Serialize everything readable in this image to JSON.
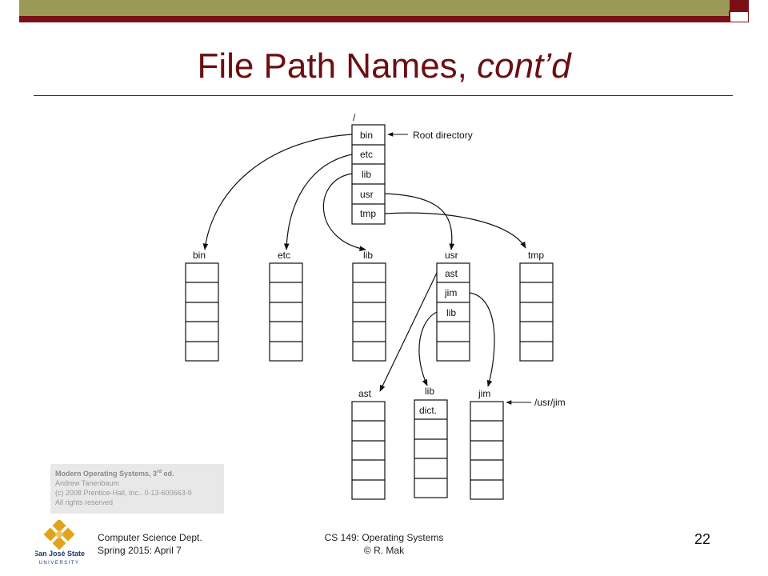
{
  "slide": {
    "title_main": "File Path Names,",
    "title_italic": "cont’d",
    "colors": {
      "bar_olive": "#9a9a56",
      "bar_maroon": "#7a0f16",
      "title": "#6b0f12"
    }
  },
  "diagram": {
    "root_label": "/",
    "root_entries": [
      "bin",
      "etc",
      "lib",
      "usr",
      "tmp"
    ],
    "root_annotation": "Root directory",
    "directories": {
      "bin": {
        "label": "bin",
        "entries": [
          "",
          "",
          "",
          "",
          ""
        ]
      },
      "etc": {
        "label": "etc",
        "entries": [
          "",
          "",
          "",
          "",
          ""
        ]
      },
      "lib": {
        "label": "lib",
        "entries": [
          "",
          "",
          "",
          "",
          ""
        ]
      },
      "usr": {
        "label": "usr",
        "entries": [
          "ast",
          "jim",
          "lib",
          "",
          ""
        ]
      },
      "tmp": {
        "label": "tmp",
        "entries": [
          "",
          "",
          "",
          "",
          ""
        ]
      },
      "ast": {
        "label": "ast",
        "entries": [
          "",
          "",
          "",
          "",
          ""
        ]
      },
      "usr_lib": {
        "label": "lib",
        "entries": [
          "dict.",
          "",
          "",
          "",
          ""
        ]
      },
      "jim": {
        "label": "jim",
        "entries": [
          "",
          "",
          "",
          "",
          ""
        ]
      }
    },
    "jim_annotation": "/usr/jim"
  },
  "credit": {
    "book_prefix": "Modern Operating Systems, 3",
    "book_sup": "rd",
    "book_suffix": " ed.",
    "author": "Andrew Tanenbaum",
    "publisher": "(c) 2008 Prentice-Hall, Inc.. 0-13-600663-9",
    "rights": "All rights reserved"
  },
  "footer": {
    "left_line1": "Computer Science Dept.",
    "left_line2": "Spring 2015: April 7",
    "center_line1": "CS 149: Operating Systems",
    "center_line2": "© R. Mak",
    "page_number": "22",
    "logo_line1": "San José State",
    "logo_line2": "UNIVERSITY"
  }
}
